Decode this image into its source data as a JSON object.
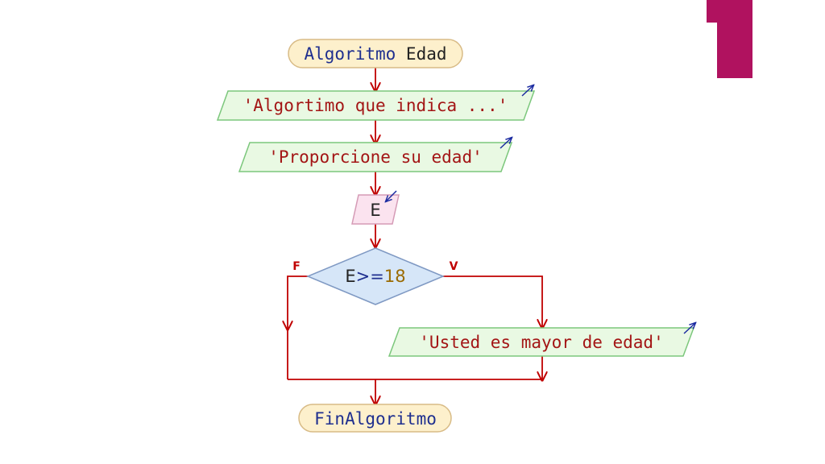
{
  "diagram": {
    "start": {
      "keyword": "Algoritmo",
      "name": "Edad"
    },
    "output1": {
      "text": "'Algortimo que indica ...'"
    },
    "output2": {
      "text": "'Proporcione su edad'"
    },
    "input1": {
      "text": "E"
    },
    "decision": {
      "var": "E",
      "op": ">=",
      "value": "18",
      "false_label": "F",
      "true_label": "V"
    },
    "output3": {
      "text": "'Usted es mayor de edad'"
    },
    "end": {
      "text": "FinAlgoritmo"
    }
  },
  "colors": {
    "accent_tab": "#b0125f",
    "arrow": "#c00000",
    "terminal_fill": "#fdf0cc",
    "terminal_stroke": "#d8bb86",
    "keyword_text": "#1f2f8f",
    "output_fill": "#e9f9e3",
    "output_stroke": "#7cc77c",
    "string_text": "#a31515",
    "input_fill": "#fbe3ef",
    "input_stroke": "#d59bb6",
    "decision_fill": "#d6e6f8",
    "decision_stroke": "#7f99c3",
    "number_text": "#9a6a00",
    "io_icon": "#1a2aa0"
  }
}
